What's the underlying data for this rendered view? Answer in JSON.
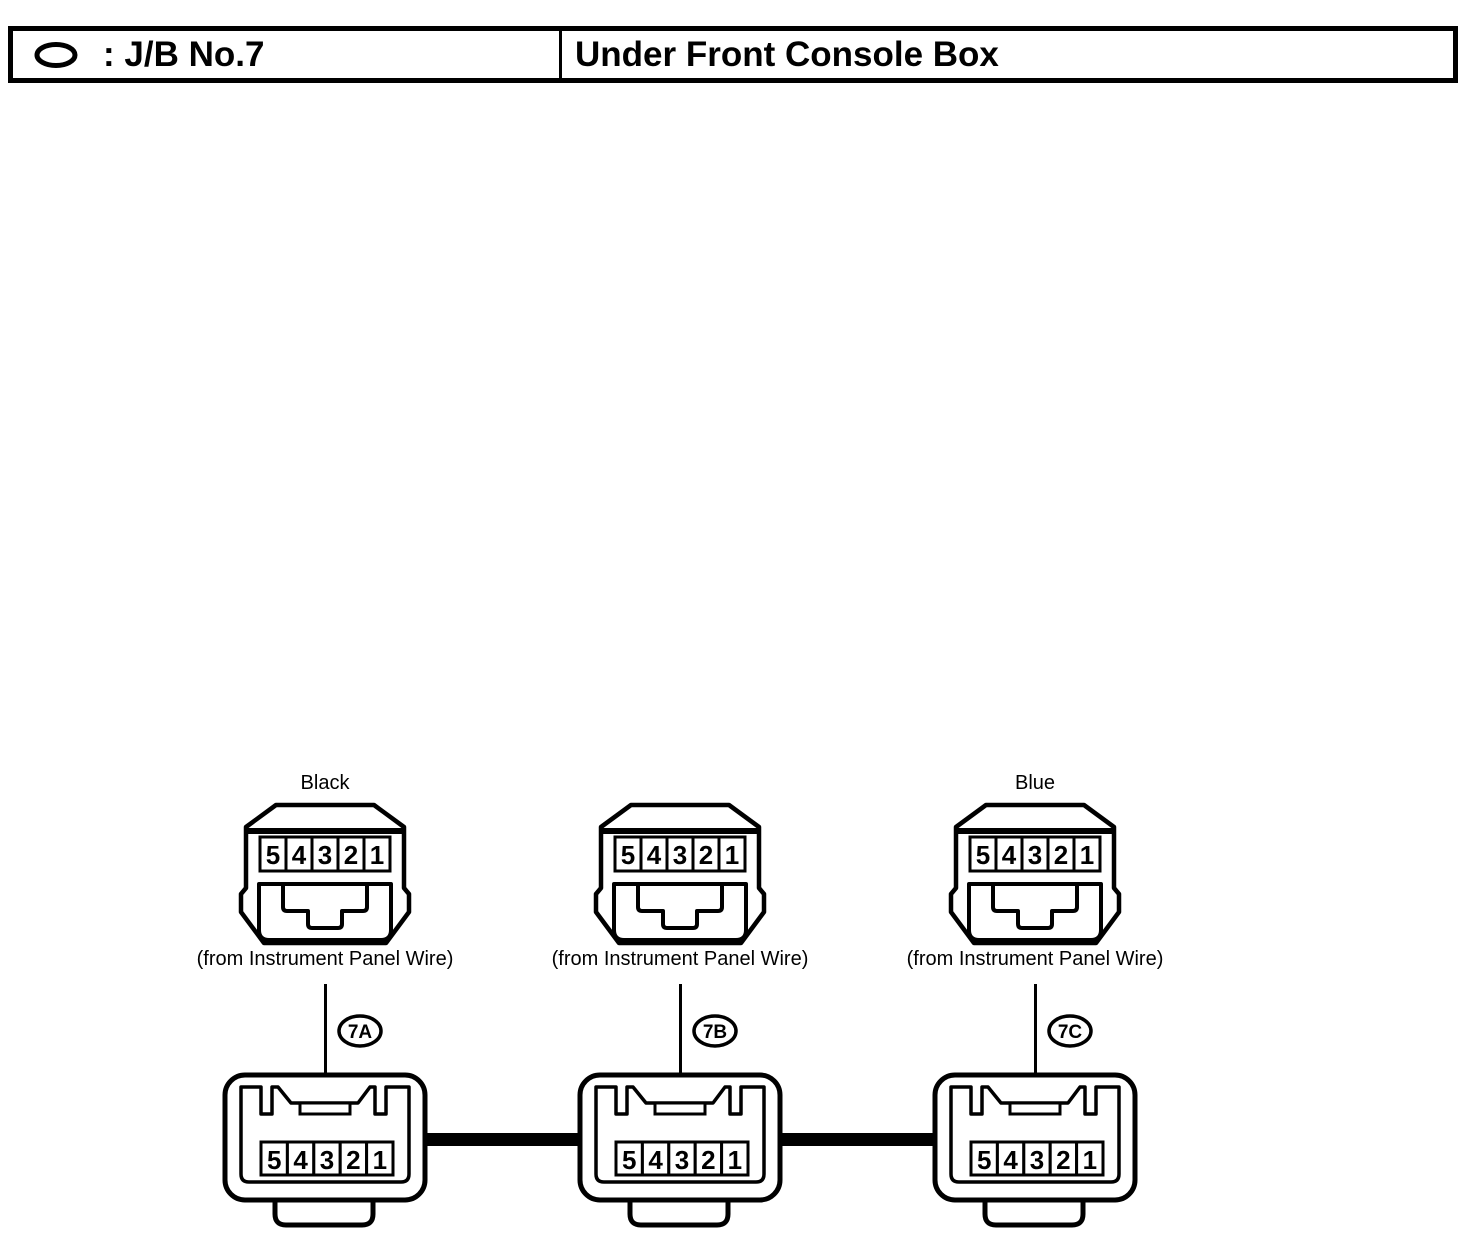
{
  "header": {
    "legend_icon": "oval-connector-symbol",
    "legend_label": ": J/B No.7",
    "location_label": "Under Front Console Box"
  },
  "diagram": {
    "pin_numbers": [
      "5",
      "4",
      "3",
      "2",
      "1"
    ],
    "source_label": "(from Instrument Panel Wire)",
    "connectors": [
      {
        "id": "7A",
        "color_label": "Black"
      },
      {
        "id": "7B",
        "color_label": ""
      },
      {
        "id": "7C",
        "color_label": "Blue"
      }
    ]
  },
  "colors": {
    "ink": "#000000",
    "paper": "#ffffff"
  }
}
